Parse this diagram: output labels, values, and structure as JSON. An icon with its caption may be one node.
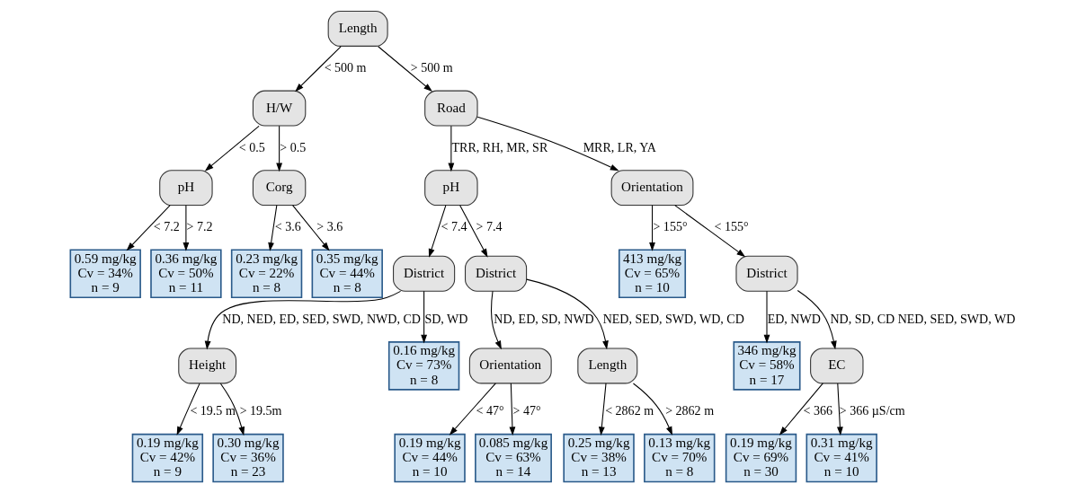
{
  "diagram": {
    "nodes": [
      {
        "text": [
          "Length"
        ]
      },
      {
        "text": [
          "H/W"
        ]
      },
      {
        "text": [
          "Road"
        ]
      },
      {
        "text": [
          "pH"
        ]
      },
      {
        "text": [
          "Corg"
        ]
      },
      {
        "text": [
          "0.59 mg/kg",
          "Cv = 34%",
          "n = 9"
        ]
      },
      {
        "text": [
          "0.36 mg/kg",
          "Cv = 50%",
          "n = 11"
        ]
      },
      {
        "text": [
          "0.23 mg/kg",
          "Cv = 22%",
          "n = 8"
        ]
      },
      {
        "text": [
          "0.35 mg/kg",
          "Cv = 44%",
          "n = 8"
        ]
      },
      {
        "text": [
          "pH"
        ]
      },
      {
        "text": [
          "Orientation"
        ]
      },
      {
        "text": [
          "District"
        ]
      },
      {
        "text": [
          "District"
        ]
      },
      {
        "text": [
          "413 mg/kg",
          "Cv = 65%",
          "n = 10"
        ]
      },
      {
        "text": [
          "District"
        ]
      },
      {
        "text": [
          "Height"
        ]
      },
      {
        "text": [
          "0.16 mg/kg",
          "Cv = 73%",
          "n = 8"
        ]
      },
      {
        "text": [
          "Orientation"
        ]
      },
      {
        "text": [
          "Length"
        ]
      },
      {
        "text": [
          "346 mg/kg",
          "Cv = 58%",
          "n = 17"
        ]
      },
      {
        "text": [
          "EC"
        ]
      },
      {
        "text": [
          "0.19 mg/kg",
          "Cv = 42%",
          "n = 9"
        ]
      },
      {
        "text": [
          "0.30 mg/kg",
          "Cv = 36%",
          "n = 23"
        ]
      },
      {
        "text": [
          "0.19 mg/kg",
          "Cv = 44%",
          "n = 10"
        ]
      },
      {
        "text": [
          "0.085 mg/kg",
          "Cv = 63%",
          "n = 14"
        ]
      },
      {
        "text": [
          "0.25 mg/kg",
          "Cv = 38%",
          "n = 13"
        ]
      },
      {
        "text": [
          "0.13 mg/kg",
          "Cv = 70%",
          "n = 8"
        ]
      },
      {
        "text": [
          "0.19 mg/kg",
          "Cv = 69%",
          "n = 30"
        ]
      },
      {
        "text": [
          "0.31 mg/kg",
          "Cv = 41%",
          "n = 10"
        ]
      }
    ],
    "edges": [
      {
        "from": 0,
        "to": 1,
        "arrow": "to",
        "label": "< 500 m"
      },
      {
        "from": 0,
        "to": 2,
        "arrow": "to",
        "label": "> 500 m"
      },
      {
        "from": 1,
        "to": 3,
        "arrow": "to",
        "label": "< 0.5"
      },
      {
        "from": 1,
        "to": 4,
        "arrow": "to",
        "label": "> 0.5"
      },
      {
        "from": 3,
        "to": 5,
        "arrow": "to",
        "label": "< 7.2"
      },
      {
        "from": 3,
        "to": 6,
        "arrow": "to",
        "label": "> 7.2"
      },
      {
        "from": 4,
        "to": 7,
        "arrow": "to",
        "label": "< 3.6"
      },
      {
        "from": 4,
        "to": 8,
        "arrow": "to",
        "label": "> 3.6"
      },
      {
        "from": 2,
        "to": 9,
        "arrow": "to",
        "label": "TRR, RH, MR, SR"
      },
      {
        "from": 2,
        "to": 10,
        "arrow": "to",
        "label": "MRR, LR, YA"
      },
      {
        "from": 9,
        "to": 11,
        "arrow": "to",
        "label": "< 7.4"
      },
      {
        "from": 9,
        "to": 12,
        "arrow": "to",
        "label": "> 7.4"
      },
      {
        "from": 10,
        "to": 13,
        "arrow": "to",
        "label": "> 155°"
      },
      {
        "from": 10,
        "to": 14,
        "arrow": "to",
        "label": "< 155°"
      },
      {
        "from": 11,
        "to": 15,
        "arrow": "to",
        "label": "ND, NED, ED, SED, SWD, NWD, CD"
      },
      {
        "from": 11,
        "to": 16,
        "arrow": "to",
        "label": "SD, WD"
      },
      {
        "from": 12,
        "to": 17,
        "arrow": "to",
        "label": "ND, ED, SD, NWD"
      },
      {
        "from": 12,
        "to": 18,
        "arrow": "to",
        "label": "NED, SED, SWD, WD, CD"
      },
      {
        "from": 14,
        "to": 19,
        "arrow": "to",
        "label": "ED, NWD"
      },
      {
        "from": 14,
        "to": 20,
        "arrow": "to",
        "label": "ND, SD, CD NED, SED, SWD, WD"
      },
      {
        "from": 15,
        "to": 21,
        "arrow": "to",
        "label": "< 19.5 m"
      },
      {
        "from": 15,
        "to": 22,
        "arrow": "to",
        "label": "> 19.5m"
      },
      {
        "from": 17,
        "to": 23,
        "arrow": "to",
        "label": "< 47°"
      },
      {
        "from": 17,
        "to": 24,
        "arrow": "to",
        "label": "> 47°"
      },
      {
        "from": 18,
        "to": 25,
        "arrow": "to",
        "label": "< 2862 m"
      },
      {
        "from": 18,
        "to": 26,
        "arrow": "to",
        "label": "> 2862 m"
      },
      {
        "from": 20,
        "to": 27,
        "arrow": "to",
        "label": "< 366"
      },
      {
        "from": 20,
        "to": 28,
        "arrow": "to",
        "label": "> 366 µS/cm"
      }
    ]
  }
}
